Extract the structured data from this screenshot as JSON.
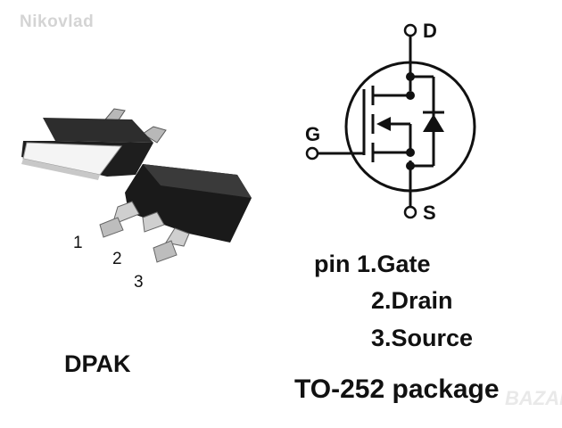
{
  "watermark": "Nikovlad",
  "package_view": {
    "pin_numbers": [
      "1",
      "2",
      "3"
    ],
    "label": "DPAK"
  },
  "schematic": {
    "terminals": {
      "drain": "D",
      "gate": "G",
      "source": "S"
    }
  },
  "pin_list": {
    "lines": [
      "pin 1.Gate",
      "2.Drain",
      "3.Source"
    ]
  },
  "package_name": "TO-252 package",
  "logo": "BAZAR"
}
